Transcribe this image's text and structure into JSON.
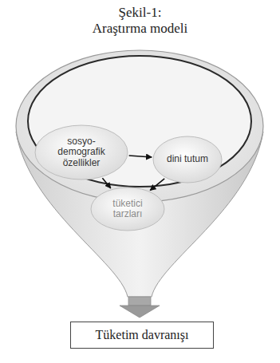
{
  "diagram": {
    "title": "Şekil-1: Araştırma modeli",
    "nodes": [
      {
        "text": [
          "sosyo- demografik özellikler"
        ]
      },
      {
        "text": [
          "dini tutum"
        ]
      },
      {
        "text": [
          "tüketici tarzları"
        ]
      },
      {
        "text": [
          "Tüketim davranışı"
        ]
      }
    ],
    "edges": [
      {
        "from": 0,
        "to": 1,
        "arrow": "to"
      },
      {
        "from": 0,
        "to": 2,
        "arrow": "to"
      },
      {
        "from": 1,
        "to": 2,
        "arrow": "to"
      }
    ]
  }
}
